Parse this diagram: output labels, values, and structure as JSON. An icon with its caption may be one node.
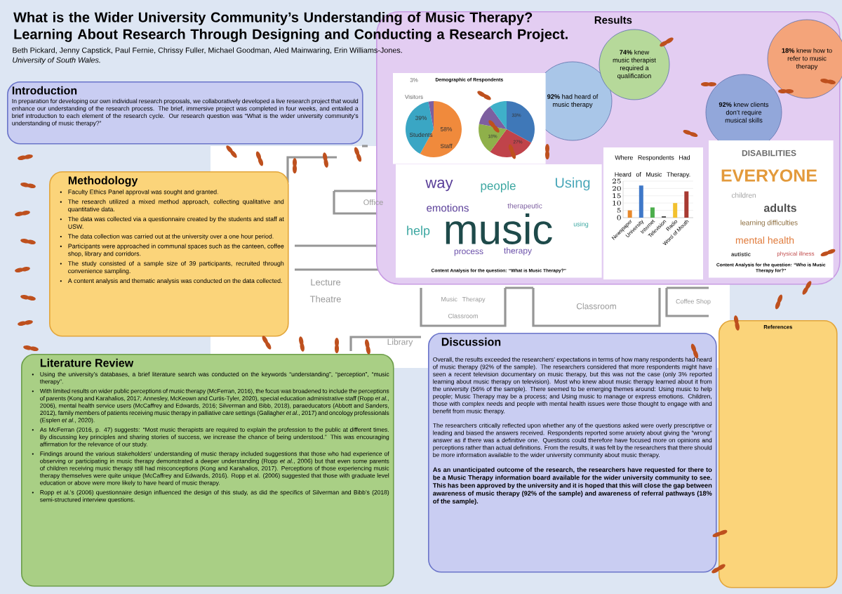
{
  "diagram": {
    "title": "What is the Wider University Community’s Understanding of Music Therapy? Learning About Research Through Designing and Conducting a Research Project.",
    "nodes": [
      {
        "text": [
          "Introduction",
          "In preparation for developing our own individual research proposals, we collaboratively developed a live research project that would enhance our understanding of the research process. The brief, immersive project was completed in four weeks, and entailed a brief introduction to each element of the research cycle. Our research question was “What is the wider university community’s understanding of music therapy?”"
        ]
      },
      {
        "text": [
          "Results"
        ]
      },
      {
        "text": [
          "**92%** had heard of music therapy"
        ],
        "in": 1
      },
      {
        "text": [
          "**74%** knew music therapist required a qualification"
        ],
        "in": 1
      },
      {
        "text": [
          "**92%** knew clients don’t require musical skills"
        ],
        "in": 1
      },
      {
        "text": [
          "**18%** knew how to refer to music therapy"
        ],
        "in": 1
      },
      {
        "text": [
          "Demographic of Respondents"
        ],
        "in": 1
      },
      {
        "text": [
          "Content Analysis for the question: “What is Music Therapy?”"
        ],
        "in": 1
      },
      {
        "text": [
          "Content Analysis for the question: “Who is Music Therapy for?”"
        ],
        "in": 1
      },
      {
        "text": [
          "Methodology",
          "Faculty Ethics Panel approval was sought and granted.",
          "The research utilized a mixed method approach, collecting qualitative and quantitative data.",
          "The data was collected via a questionnaire created by the students and staff at USW.",
          "The data collection was carried out at the university over a one hour period.",
          "Participants were approached in communal spaces such as the canteen, coffee shop, library and corridors.",
          "The study consisted of a sample size of 39 participants, recruited through convenience sampling.",
          "A content analysis and thematic analysis was conducted on the data collected."
        ]
      },
      {
        "text": [
          "Literature Review",
          "Using the university’s databases, a brief literature search was conducted on the keywords “understanding”, “perception”, “music therapy”.",
          "With limited results on wider public perceptions of music therapy (McFerran, 2016), the focus was broadened to include the perceptions of parents (Kong and Karahalios, 2017; Annesley, McKeown and Curtis-Tyler, 2020), special education administrative staff (Ropp *et al.*, 2006), mental health service users (McCaffrey and Edwards, 2016; Silverman and Bibb, 2018), paraeducators (Abbott and Sanders, 2012), family members of patients receiving music therapy in palliative care settings (Gallagher *et al.*, 2017) and oncology professionals (Esplen *et al.*, 2020).",
          "As McFerran (2016, p. 47) suggests: “Most music therapists are required to explain the profession to the public at different times. By discussing key principles and sharing stories of success, we increase the chance of being understood.” This was encouraging affirmation for the relevance of our study.",
          "Findings around the various stakeholders’ understanding of music therapy included suggestions that those who had experience of observing or participating in music therapy demonstrated a deeper understanding (Ropp *et al.*, 2006) but that even some parents of children receiving music therapy still had misconceptions (Kong and Karahalios, 2017). Perceptions of those experiencing music therapy themselves were quite unique (McCaffrey and Edwards, 2016). Ropp et al. (2006) suggested that those with graduate level education or above were more likely to have heard of music therapy.",
          "Ropp et al.’s (2006) questionnaire design influenced the design of this study, as did the specifics of Silverman and Bibb’s (2018) semi-structured interview questions."
        ]
      },
      {
        "text": [
          "Discussion",
          "Overall, the results exceeded the researchers’ expectations in terms of how many respondents had heard of music therapy (92% of the sample). The researchers considered that more respondents might have seen a recent television documentary on music therapy, but this was not the case (only 3% reported learning about music therapy on television). Most who knew about music therapy learned about it from the university (56% of the sample). There seemed to be emerging themes around: Using music to help people; Music Therapy may be a process; and Using music to manage or express emotions. Children, those with complex needs and people with mental health issues were those thought to engage with and benefit from music therapy.",
          "The researchers critically reflected upon whether any of the questions asked were overly prescriptive or leading and biased the answers received. Respondents reported some anxiety about giving the “wrong” answer as if there was a definitive one. Questions could therefore have focused more on opinions and perceptions rather than actual definitions. From the results, it was felt by the researchers that there should be more information available to the wider university community about music therapy.",
          "As an unanticipated outcome of the research, the researchers have requested for there to be a Music Therapy information board available for the wider university community to see. This has been approved by the university and it is hoped that this will close the gap between awareness of music therapy (92% of the sample) and awareness of referral pathways (18% of the sample)."
        ]
      },
      {
        "text": [
          "References"
        ]
      }
    ],
    "labels": [
      "Beth Pickard, Jenny Capstick, Paul Fernie, Chrissy Fuller, Michael Goodman, Aled Mainwaring, Erin Williams-Jones.",
      "University of South Wales.",
      "3% Visitors",
      "39% Students",
      "58% Staff",
      "33%",
      "27%",
      "18%",
      "way",
      "people",
      "Using",
      "emotions",
      "therapeutic",
      "music",
      "help",
      "process",
      "therapy",
      "using",
      "DISABILITIES",
      "EVERYONE",
      "children",
      "adults",
      "learning difficulties",
      "mental health",
      "autistic",
      "physical illness",
      "Office",
      "Lecture Theatre",
      "Music Therapy Classroom",
      "Classroom",
      "Coffee Shop",
      "Library"
    ],
    "chart_data": {
      "type": "bar",
      "title": "Where Respondents Had Heard of Music Therapy.",
      "categories": [
        "Newspaper",
        "University",
        "Internet",
        "Television",
        "Radio",
        "Word of Mouth"
      ],
      "values": [
        5,
        22,
        7,
        1,
        10,
        18
      ],
      "ylim": [
        0,
        25
      ],
      "grid": true,
      "yticks": [
        0,
        5,
        10,
        15,
        20,
        25
      ]
    }
  }
}
